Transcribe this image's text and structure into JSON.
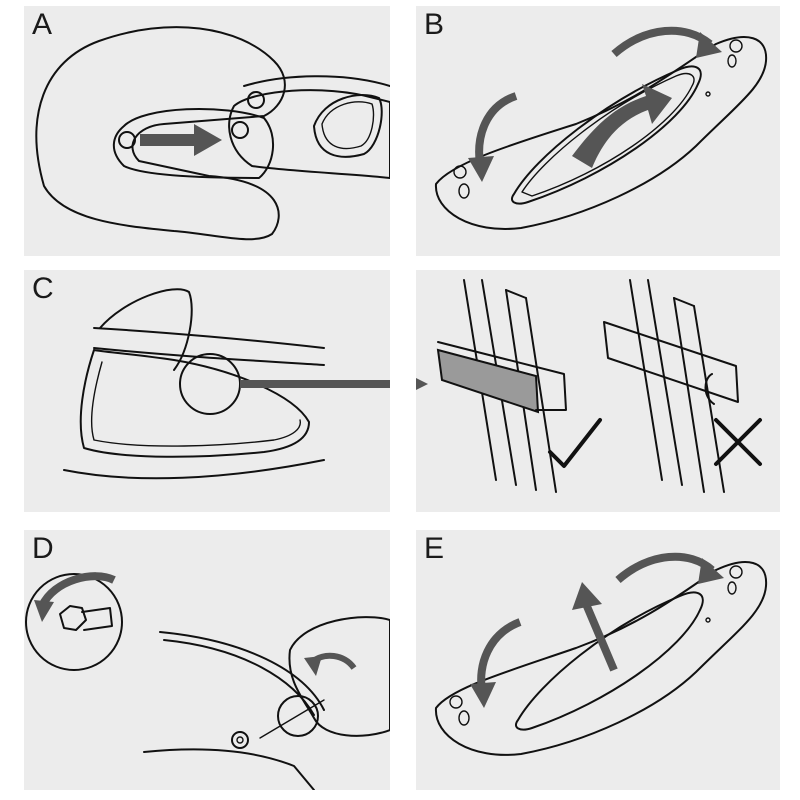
{
  "steps": [
    {
      "id": "A",
      "letter": "A"
    },
    {
      "id": "B",
      "letter": "B"
    },
    {
      "id": "C",
      "letter": "C"
    },
    {
      "id": "C-detail",
      "letter": ""
    },
    {
      "id": "D",
      "letter": "D"
    },
    {
      "id": "E",
      "letter": "E"
    }
  ],
  "colors": {
    "panel_bg": "#ececec",
    "line": "#111111",
    "arrow": "#555555",
    "tint": "#9a9a9a"
  },
  "icons": {
    "check": "check-icon",
    "cross": "cross-icon",
    "rotate_ccw": "counterclockwise-arrow-icon",
    "push": "push-arrow-icon"
  }
}
